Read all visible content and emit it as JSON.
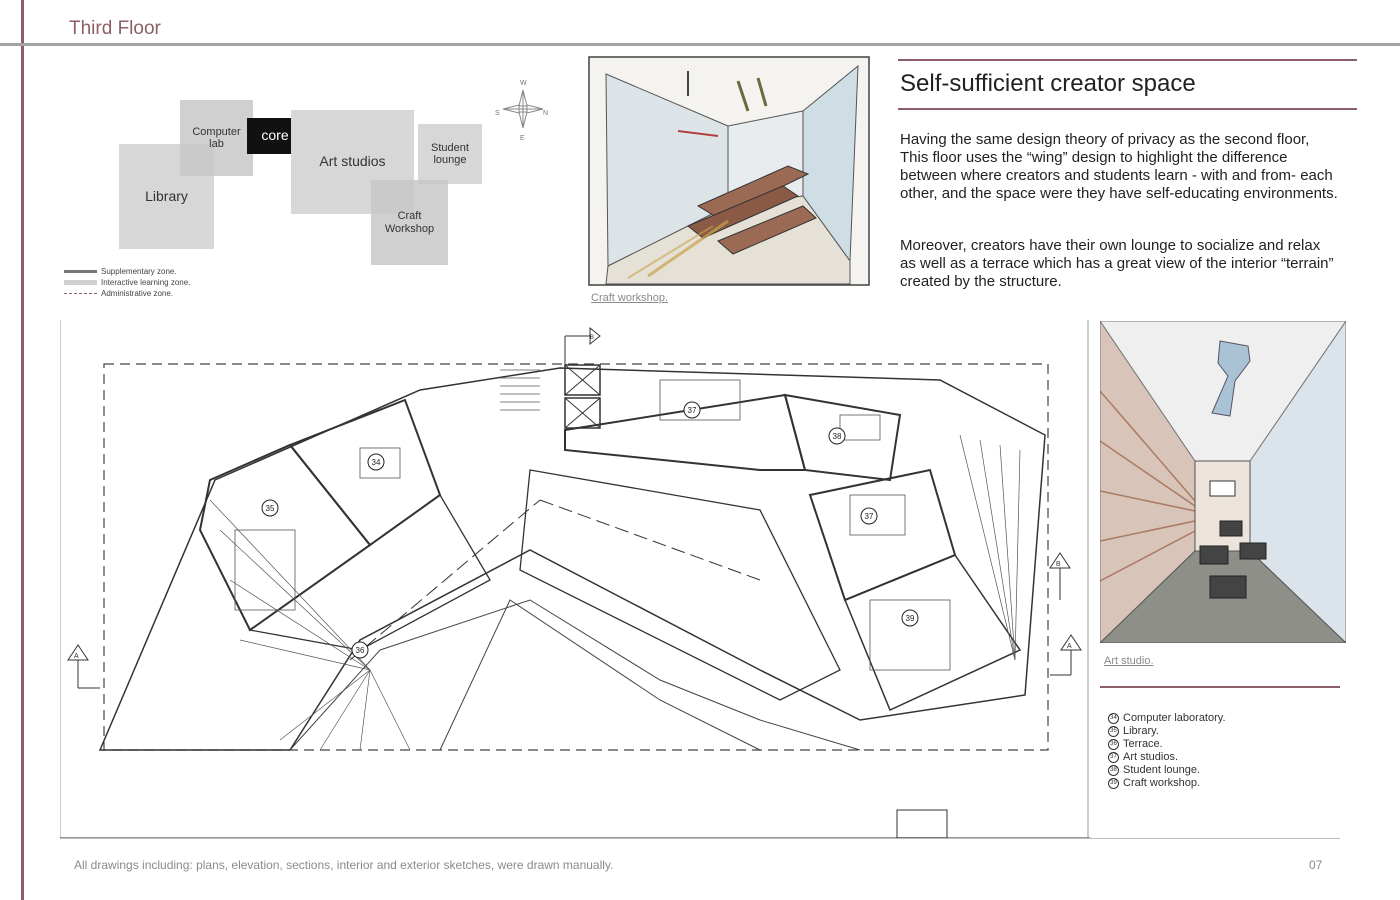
{
  "page": {
    "title": "Third Floor",
    "page_number": "07",
    "footer_note": "All drawings including: plans, elevation, sections, interior and exterior sketches, were drawn manually."
  },
  "colors": {
    "accent": "#8c5f68",
    "rule_gray": "#a3a3a3",
    "zone_fill": "#d7d7d7"
  },
  "zoning": {
    "zones": {
      "computer_lab": "Computer lab",
      "core": "core",
      "art_studios": "Art studios",
      "student_lounge": "Student lounge",
      "library": "Library",
      "craft_workshop": "Craft Workshop"
    },
    "compass": {
      "n": "W",
      "e": "N",
      "s": "E",
      "w": "S"
    },
    "legend": [
      {
        "label": "Supplementary zone.",
        "style": "thick-gray"
      },
      {
        "label": "Interactive learning zone.",
        "style": "light-gray"
      },
      {
        "label": "Administrative zone.",
        "style": "dash-mauve"
      }
    ]
  },
  "text_block": {
    "heading": "Self-sufficient creator space",
    "paragraph1": "Having the same design theory of privacy as the second floor, This floor uses the “wing” design to highlight the difference between where creators and students learn - with and from- each other, and the space were they have self-educating environments.",
    "paragraph2": "Moreover, creators have their own lounge to socialize and relax as well as a terrace which has a great view of the interior “terrain” created by the structure."
  },
  "sketches": {
    "craft_caption": "Craft workshop.",
    "art_caption": "Art studio."
  },
  "plan_labels": {
    "computer_lab": "34",
    "library": "35",
    "terrace": "36",
    "art_studios_a": "37",
    "art_studios_b": "37",
    "student_lounge": "38",
    "craft_workshop": "39",
    "section_a": "A",
    "section_b": "B"
  },
  "room_key": [
    {
      "num": "34",
      "label": "Computer laboratory."
    },
    {
      "num": "35",
      "label": "Library."
    },
    {
      "num": "36",
      "label": "Terrace."
    },
    {
      "num": "37",
      "label": "Art studios."
    },
    {
      "num": "38",
      "label": "Student lounge."
    },
    {
      "num": "39",
      "label": "Craft workshop."
    }
  ]
}
